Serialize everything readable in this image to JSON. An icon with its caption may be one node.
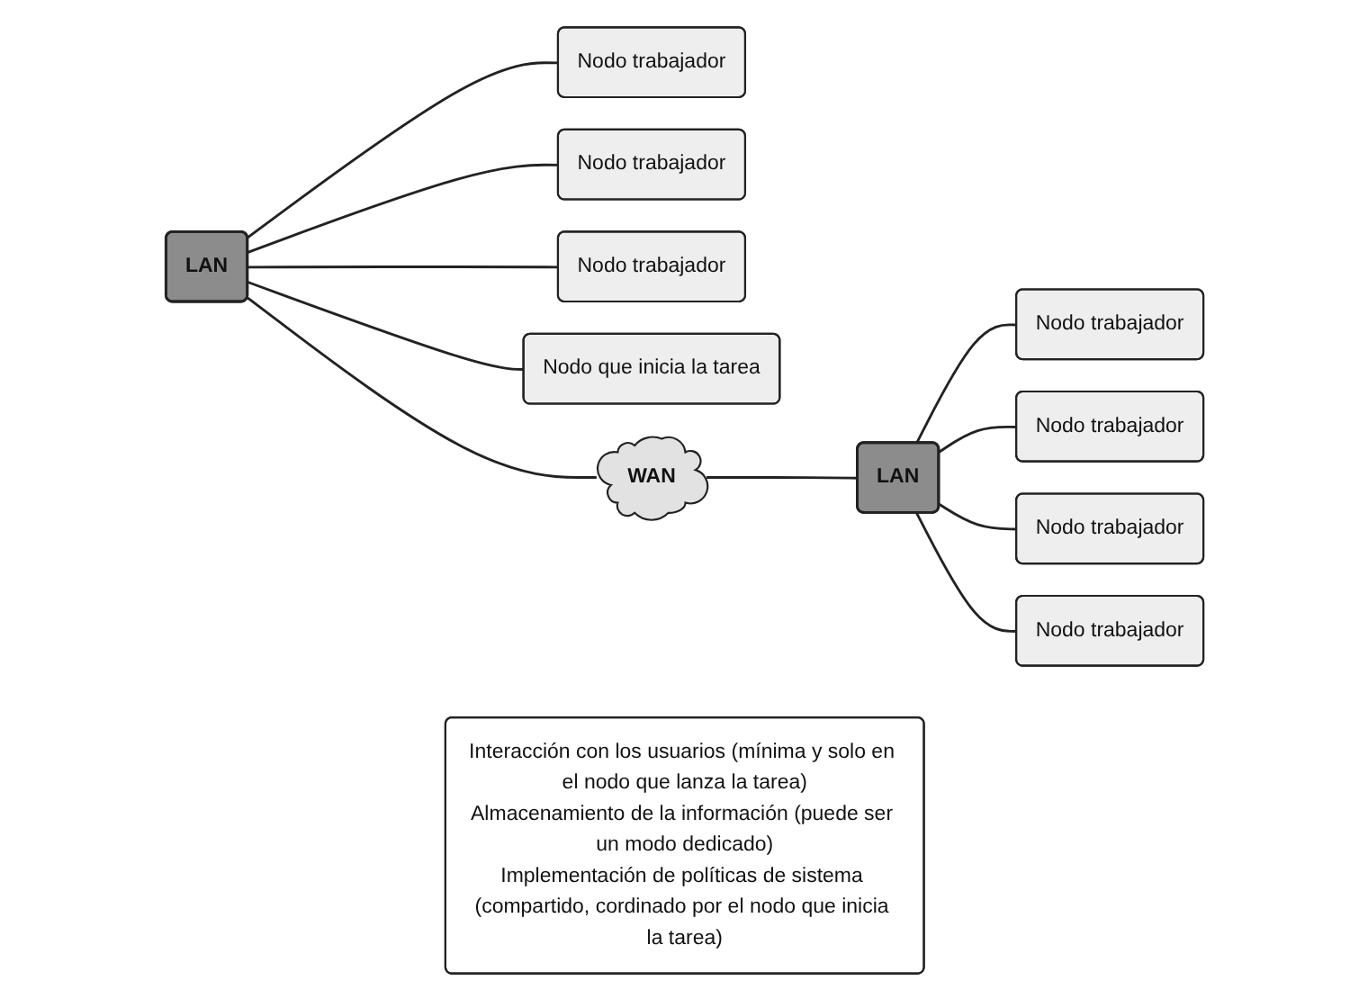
{
  "diagram": {
    "nodes": [
      {
        "text": [
          "Nodo trabajador"
        ]
      },
      {
        "text": [
          "Nodo trabajador"
        ]
      },
      {
        "text": [
          "Nodo trabajador"
        ]
      },
      {
        "text": [
          "Nodo que inicia la tarea"
        ]
      },
      {
        "text": [
          "Nodo trabajador"
        ]
      },
      {
        "text": [
          "Nodo trabajador"
        ]
      },
      {
        "text": [
          "Nodo trabajador"
        ]
      },
      {
        "text": [
          "Nodo trabajador"
        ]
      },
      {
        "text": [
          "LAN"
        ]
      },
      {
        "text": [
          "LAN"
        ]
      },
      {
        "text": [
          "WAN"
        ]
      },
      {
        "text": [
          "Interacción con los usuarios (mínima y solo en el nodo que lanza la tarea)",
          "Almacenamiento de la información (puede ser un modo dedicado)",
          "Implementación de políticas de sistema (compartido, cordinado por el nodo que inicia la tarea)"
        ]
      }
    ],
    "edges": [
      {
        "from": 8,
        "to": 0,
        "arrow": "none"
      },
      {
        "from": 8,
        "to": 1,
        "arrow": "none"
      },
      {
        "from": 8,
        "to": 2,
        "arrow": "none"
      },
      {
        "from": 8,
        "to": 3,
        "arrow": "none"
      },
      {
        "from": 8,
        "to": 10,
        "arrow": "none"
      },
      {
        "from": 10,
        "to": 9,
        "arrow": "none"
      },
      {
        "from": 9,
        "to": 4,
        "arrow": "none"
      },
      {
        "from": 9,
        "to": 5,
        "arrow": "none"
      },
      {
        "from": 9,
        "to": 6,
        "arrow": "none"
      },
      {
        "from": 9,
        "to": 7,
        "arrow": "none"
      }
    ]
  }
}
